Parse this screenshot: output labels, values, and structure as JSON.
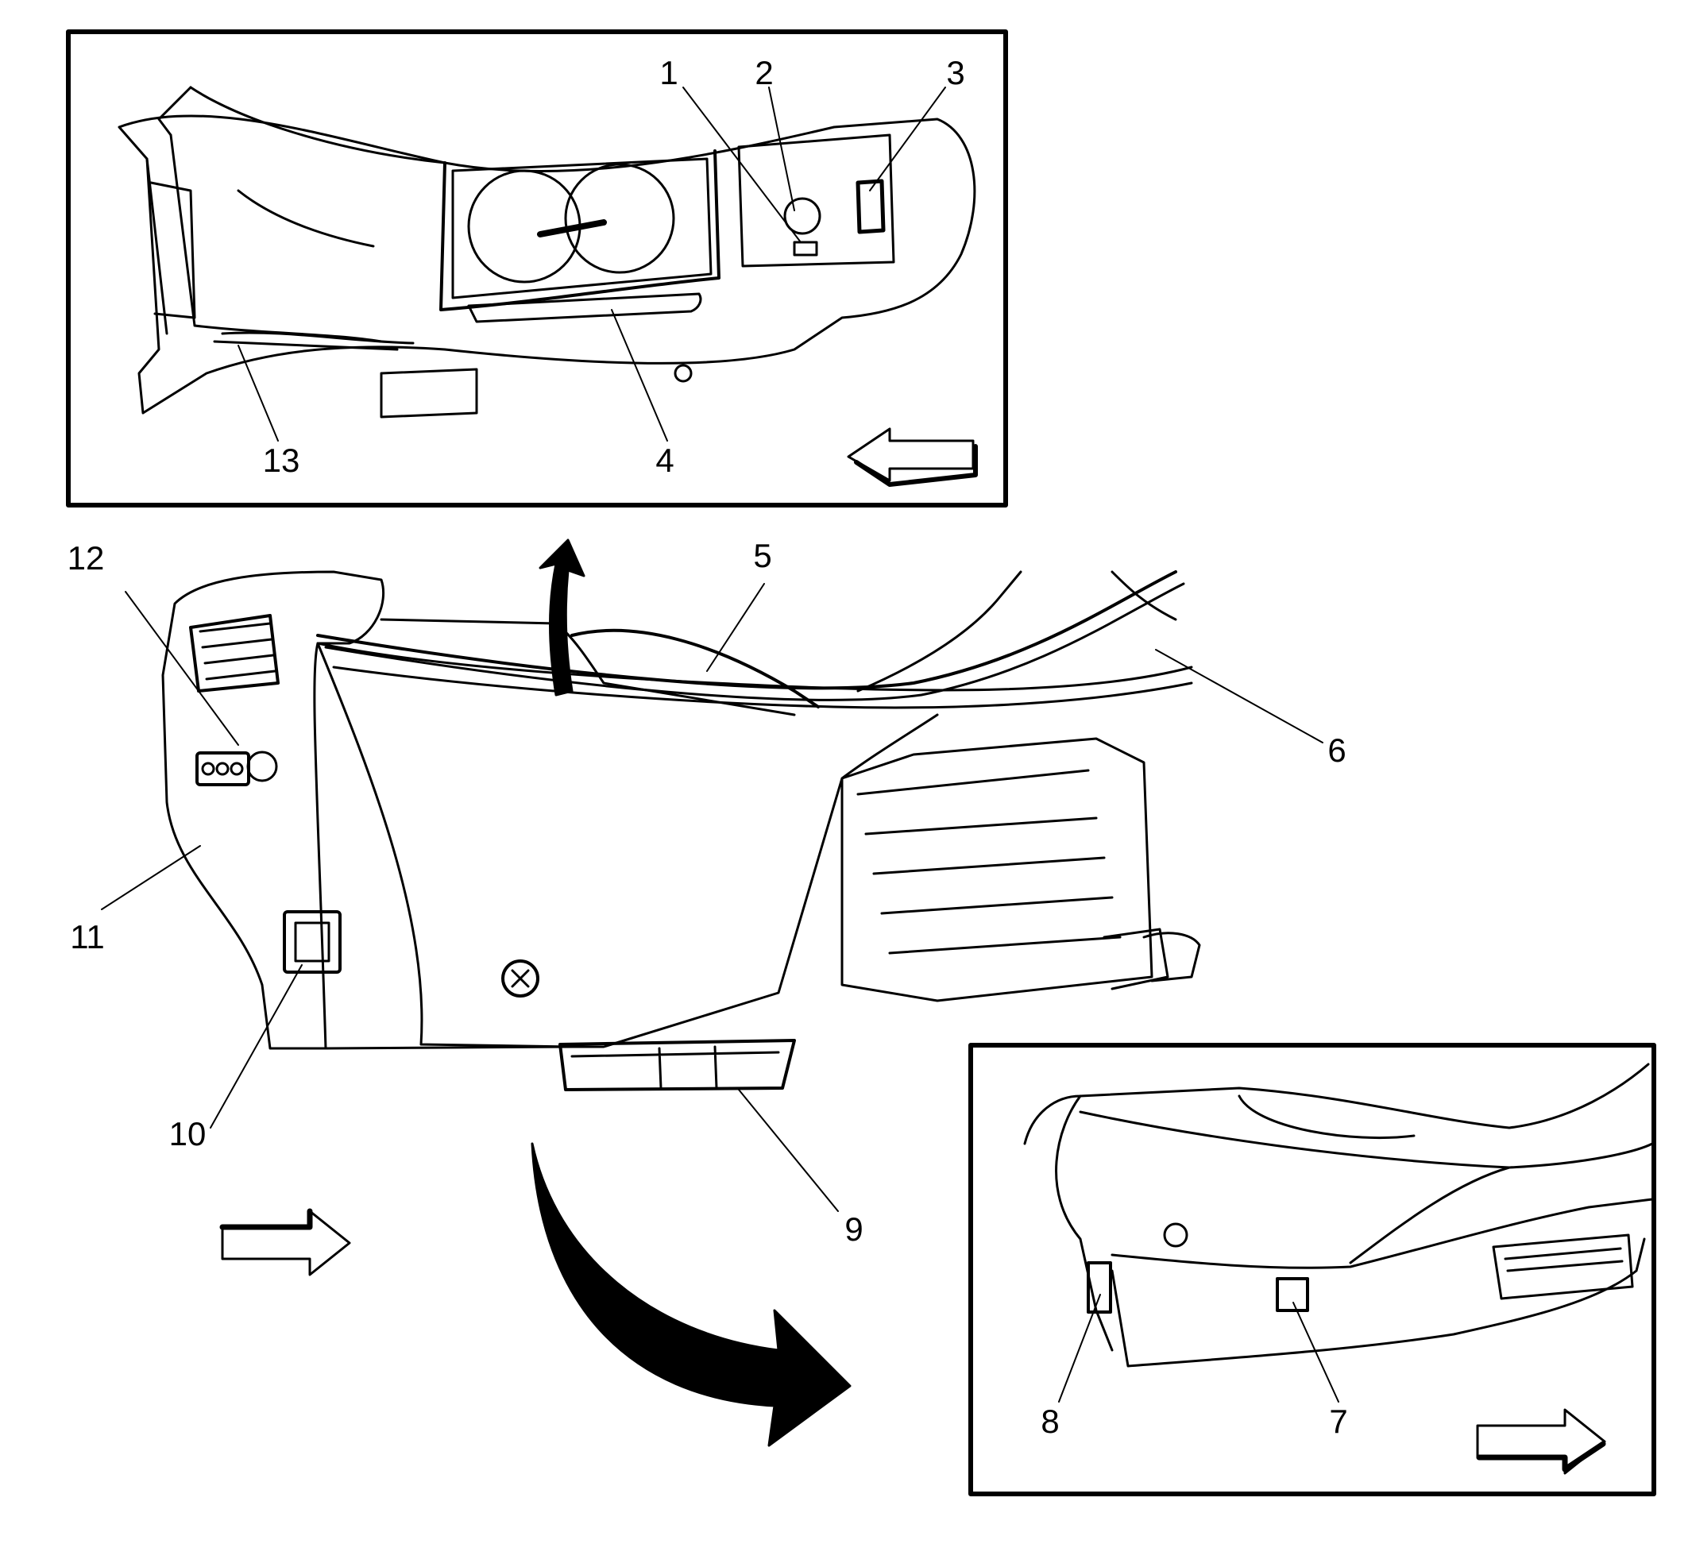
{
  "figure": {
    "callouts": [
      "1",
      "2",
      "3",
      "4",
      "5",
      "6",
      "7",
      "8",
      "9",
      "10",
      "11",
      "12",
      "13"
    ],
    "line_color": "#000000",
    "fill_color": "#ffffff",
    "direction_arrows": [
      "arrow-left-icon",
      "arrow-right-icon",
      "arrow-right-icon"
    ],
    "motion_arrows": [
      "curved-arrow-up-icon",
      "curved-arrow-down-right-icon"
    ]
  }
}
